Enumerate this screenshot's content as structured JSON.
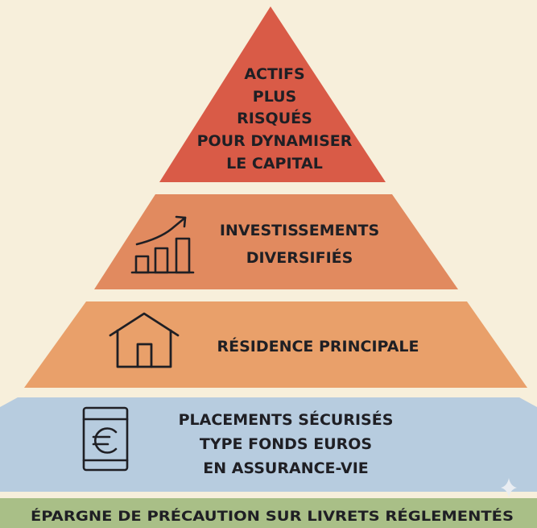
{
  "colors": {
    "background": "#f7efdb",
    "tier_top": "#d95b47",
    "tier_2": "#e18a5f",
    "tier_3": "#e9a06a",
    "tier_4": "#b7ccdf",
    "base": "#a9bf87",
    "ink": "#1f1f24",
    "sparkle": "#e9edf2"
  },
  "tiers": {
    "top": {
      "lines": [
        "ACTIFS",
        "PLUS",
        "RISQUÉS",
        "POUR DYNAMISER",
        "LE CAPITAL"
      ]
    },
    "investments": {
      "icon": "growth-chart-icon",
      "lines": [
        "INVESTISSEMENTS",
        "DIVERSIFIÉS"
      ]
    },
    "residence": {
      "icon": "house-icon",
      "lines": [
        "RÉSIDENCE PRINCIPALE"
      ]
    },
    "safe": {
      "icon": "euro-document-icon",
      "lines": [
        "PLACEMENTS SÉCURISÉS",
        "TYPE FONDS EUROS",
        "EN ASSURANCE-VIE"
      ]
    },
    "base": {
      "lines": [
        "ÉPARGNE DE PRÉCAUTION SUR LIVRETS RÉGLEMENTÉS"
      ]
    }
  }
}
